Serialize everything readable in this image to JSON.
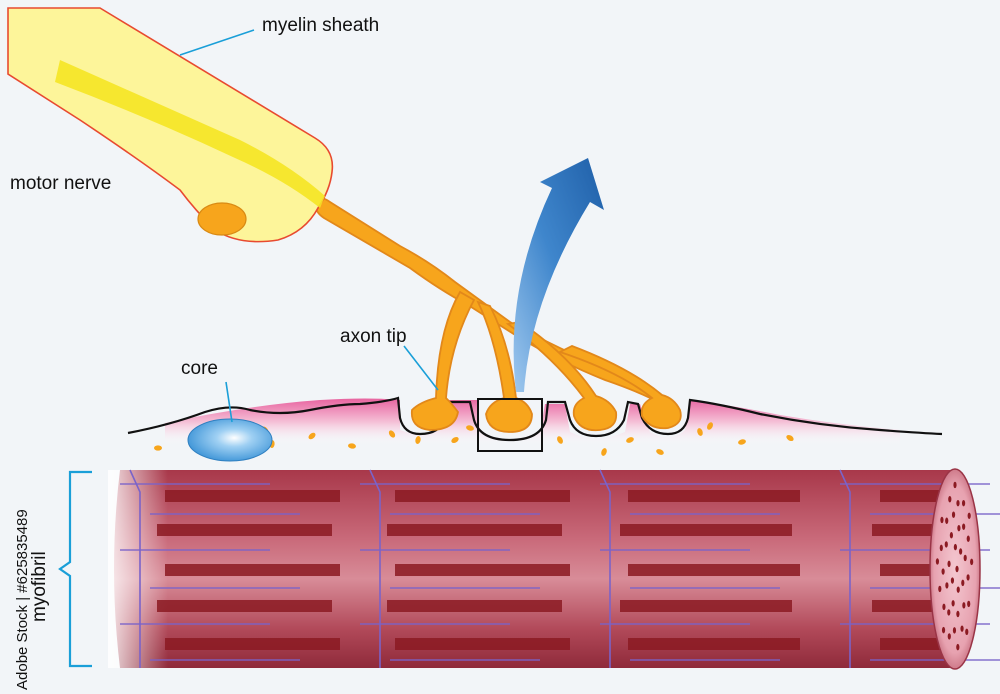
{
  "labels": {
    "myelin_sheath": "myelin sheath",
    "motor_nerve": "motor nerve",
    "axon_tip": "axon tip",
    "core": "core",
    "myofibril": "myofibril"
  },
  "watermark": "Adobe Stock | #625835489",
  "colors": {
    "background": "#f2f5f8",
    "myelin": "#fdf59a",
    "myelin_stripe": "#f5e624",
    "axon": "#f7a51c",
    "muscle": "#b0404e",
    "sarcomere": "#8b1a22",
    "z_line": "#7a63c9",
    "leader_line": "#1a9fd8",
    "arrow": "#2e78c2",
    "core": "#5aaee6"
  }
}
